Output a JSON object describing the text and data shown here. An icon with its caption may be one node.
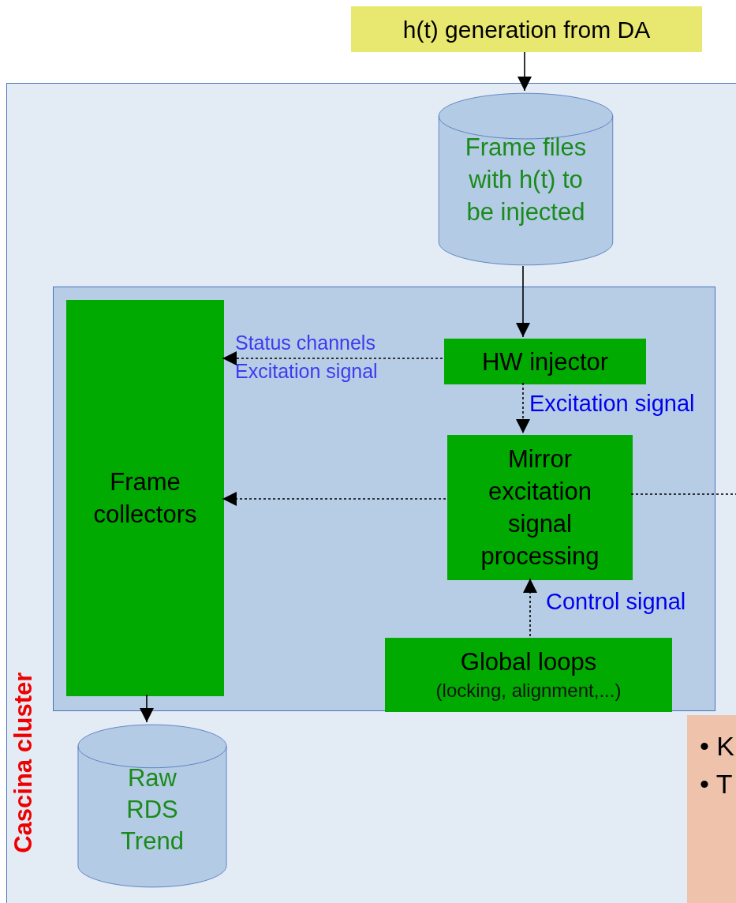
{
  "diagram": {
    "nodes": [
      {
        "text": [
          "h(t) generation from DA"
        ]
      },
      {
        "text": [
          "Cascina cluster"
        ]
      },
      {
        "text": [
          "Frame files with h(t) to be injected"
        ],
        "in": 1
      },
      {
        "text": [],
        "shape": "box",
        "in": 1
      },
      {
        "text": [
          "Frame collectors"
        ],
        "in": 3
      },
      {
        "text": [
          "HW injector"
        ],
        "in": 3
      },
      {
        "text": [
          "Mirror excitation signal processing"
        ],
        "in": 3
      },
      {
        "text": [
          "Global loops",
          "(locking, alignment,...)"
        ],
        "in": 3
      },
      {
        "text": [
          "Raw RDS Trend"
        ],
        "in": 1
      },
      {
        "text": [
          "• K",
          "• T"
        ],
        "in": 1
      }
    ],
    "edges": [
      {
        "from": 0,
        "to": 2,
        "arrow": "to"
      },
      {
        "from": 2,
        "to": 5,
        "arrow": "to"
      },
      {
        "from": 5,
        "to": 4,
        "arrow": "to",
        "label": "Status channels Excitation signal",
        "style": "dashed"
      },
      {
        "from": 5,
        "to": 6,
        "arrow": "to",
        "label": "Excitation signal",
        "style": "dashed"
      },
      {
        "from": 6,
        "to": 4,
        "arrow": "to",
        "style": "dashed"
      },
      {
        "from": 6,
        "to": null,
        "arrow": "none",
        "style": "dashed"
      },
      {
        "from": 7,
        "to": 6,
        "arrow": "to",
        "label": "Control signal",
        "style": "dashed"
      },
      {
        "from": 4,
        "to": 8,
        "arrow": "to"
      }
    ]
  }
}
